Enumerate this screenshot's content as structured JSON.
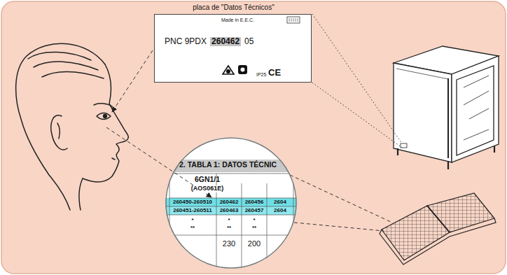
{
  "diagram": {
    "nodes": [
      {
        "text": [
          "placa de \"Datos Técnicos\"",
          "Made in E.E.C.",
          "PNC 9PDX",
          "260462",
          "05",
          "IP25",
          "CE"
        ]
      },
      {
        "text": [
          "2. TABLA 1: DATOS TÉCNIC"
        ]
      }
    ],
    "labels": [
      "6GN1/1",
      "(AOS061E)",
      "260450-260510",
      "260462",
      "260456",
      "2604",
      "260451-260511",
      "260463",
      "260457",
      "2604",
      "*",
      "*",
      "*",
      "**",
      "**",
      "**",
      "230",
      "200"
    ]
  }
}
